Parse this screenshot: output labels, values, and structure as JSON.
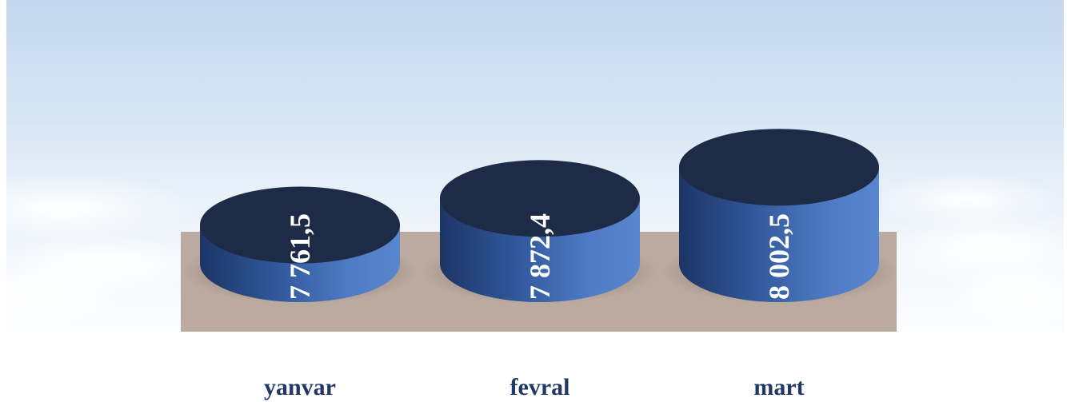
{
  "chart_data": {
    "type": "bar",
    "style": "3d-cylinder",
    "categories": [
      "yanvar",
      "fevral",
      "mart"
    ],
    "values": [
      7761.5,
      7872.4,
      8002.5
    ],
    "value_labels": [
      "7 761,5",
      "7 872,4",
      "8 002,5"
    ],
    "title": "",
    "xlabel": "",
    "ylabel": "",
    "grid": false,
    "legend": "none",
    "colors": {
      "cylinder_body_light": "#4f7bc5",
      "cylinder_body_dark": "#1c3565",
      "cylinder_top": "#1d2b47",
      "platform": "#bbaaa0",
      "label_text": "#1f3864",
      "value_text": "#ffffff"
    }
  }
}
